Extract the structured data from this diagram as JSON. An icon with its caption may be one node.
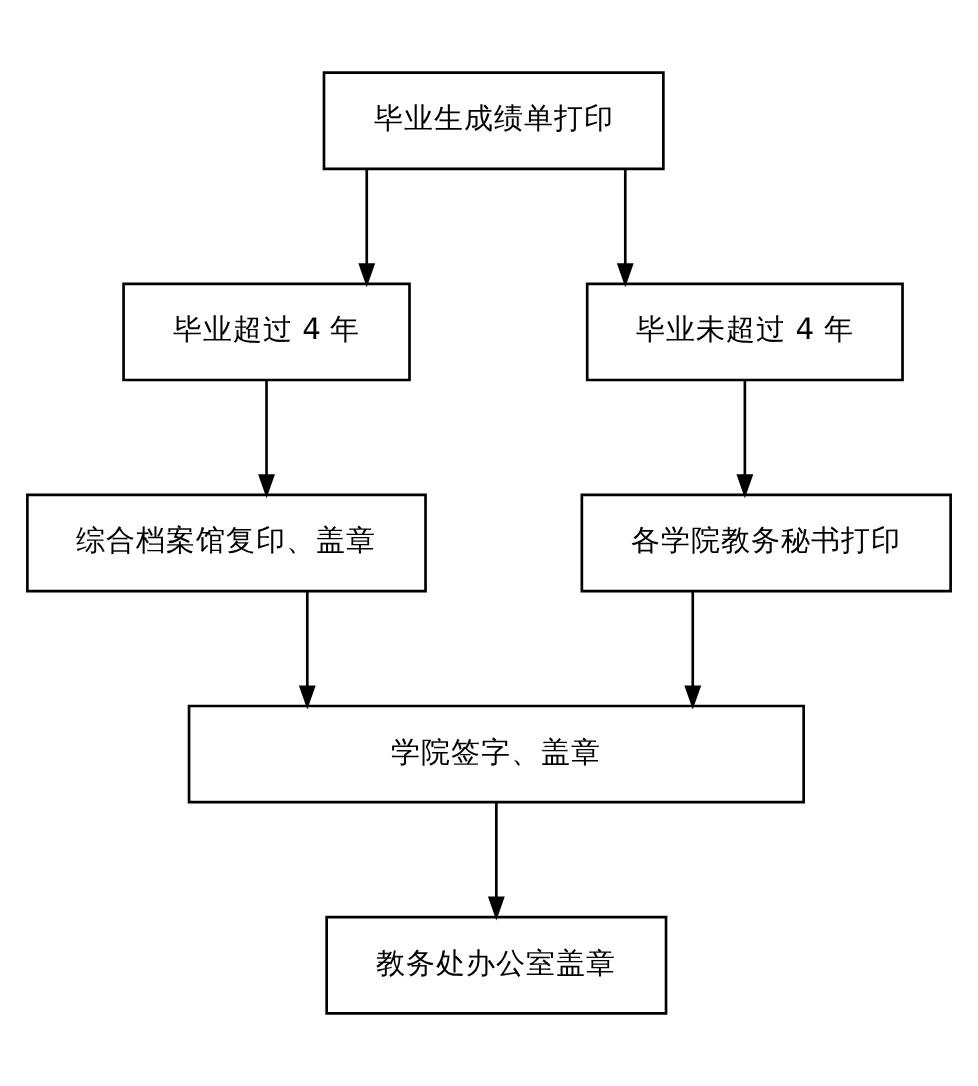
{
  "diagram": {
    "nodes": [
      {
        "text": [
          "毕业生成绩单打印"
        ]
      },
      {
        "text": [
          "毕业超过 4 年"
        ]
      },
      {
        "text": [
          "毕业未超过 4 年"
        ]
      },
      {
        "text": [
          "综合档案馆复印、盖章"
        ]
      },
      {
        "text": [
          "各学院教务秘书打印"
        ]
      },
      {
        "text": [
          "学院签字、盖章"
        ]
      },
      {
        "text": [
          "教务处办公室盖章"
        ]
      }
    ],
    "edges": [
      {
        "from": 0,
        "to": 1,
        "arrow": "to"
      },
      {
        "from": 0,
        "to": 2,
        "arrow": "to"
      },
      {
        "from": 1,
        "to": 3,
        "arrow": "to"
      },
      {
        "from": 2,
        "to": 4,
        "arrow": "to"
      },
      {
        "from": 3,
        "to": 5,
        "arrow": "to"
      },
      {
        "from": 4,
        "to": 5,
        "arrow": "to"
      },
      {
        "from": 5,
        "to": 6,
        "arrow": "to"
      }
    ]
  }
}
